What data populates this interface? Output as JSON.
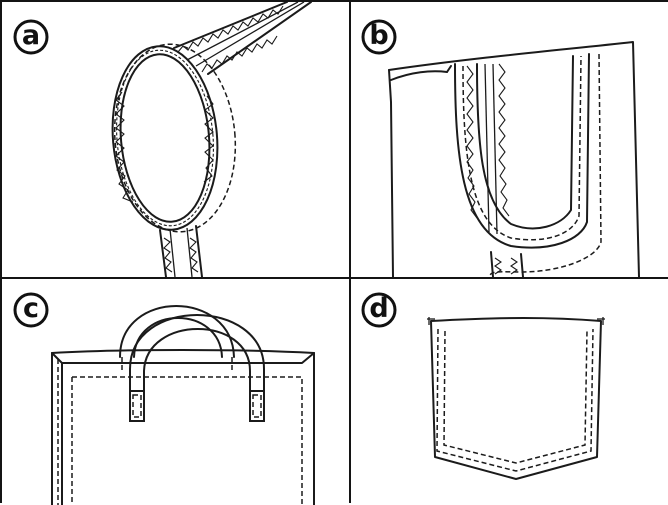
{
  "panels": [
    {
      "id": "a",
      "label": "a",
      "subject": "loop-strap"
    },
    {
      "id": "b",
      "label": "b",
      "subject": "side-pocket"
    },
    {
      "id": "c",
      "label": "c",
      "subject": "tote-bag-handles"
    },
    {
      "id": "d",
      "label": "d",
      "subject": "patch-pocket"
    }
  ],
  "colors": {
    "ink": "#1b1b1b",
    "paper": "#ffffff",
    "frame": "#141414"
  }
}
